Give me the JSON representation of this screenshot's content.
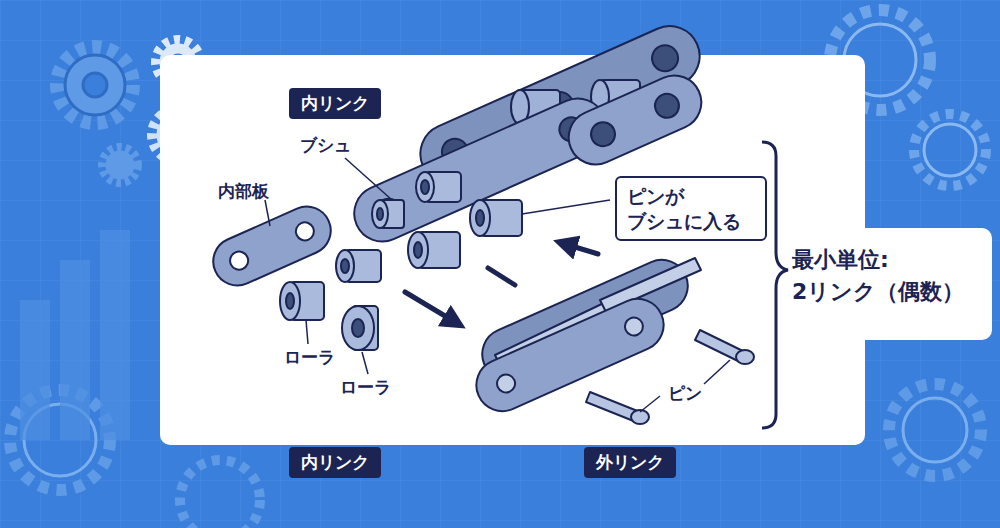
{
  "diagram": {
    "nodes": [
      {
        "text": [
          "内リンク"
        ]
      },
      {
        "text": [
          "ピンが ブシュに入る"
        ]
      },
      {
        "text": [
          "内リンク"
        ]
      },
      {
        "text": [
          "外リンク"
        ]
      }
    ],
    "labels": [
      "ブシュ",
      "内部板",
      "ローラ",
      "ローラ",
      "ピン",
      "最小単位: 2リンク（偶数）"
    ]
  }
}
